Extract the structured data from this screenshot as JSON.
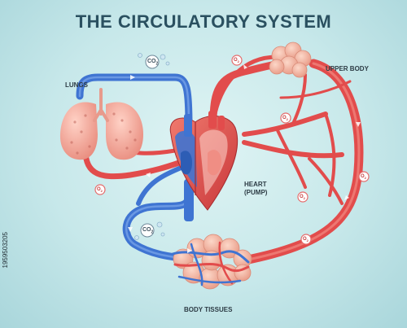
{
  "title": "THE CIRCULATORY SYSTEM",
  "labels": {
    "lungs": "LUNGS",
    "upper_body": "UPPER BODY",
    "heart_line1": "HEART",
    "heart_line2": "(PUMP)",
    "body_tissues": "BODY TISSUES"
  },
  "molecules": {
    "co2": "CO",
    "co2_sub": "2",
    "o2": "O",
    "o2_sub": "2"
  },
  "watermark": "1959503205",
  "colors": {
    "oxygenated": "#e24c4c",
    "deoxygenated": "#3f74d2",
    "tissue": "#f2aa9c",
    "title": "#2a5060"
  }
}
